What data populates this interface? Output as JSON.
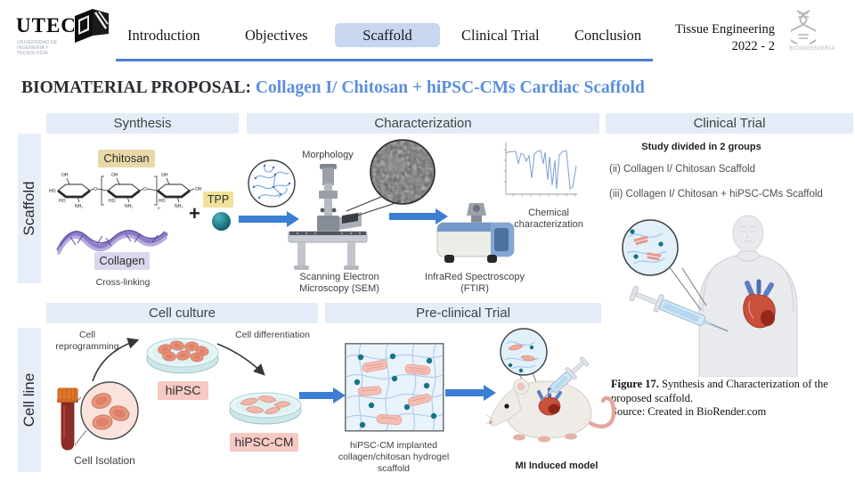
{
  "colors": {
    "accent_blue": "#3c7ed6",
    "nav_highlight": "#c7d7f0",
    "title_blue": "#5b8ede",
    "section_bar_bg": "#e4ecf7",
    "row_bar_bg": "#e8eef9",
    "chitosan_label_bg": "#e9d9a8",
    "tpp_label_bg": "#f0e298",
    "collagen_label_bg": "#dcd7ee",
    "cell_label_bg": "#f6c9c3",
    "tpp_particle": "#177f8e"
  },
  "header": {
    "logo": "UTEC",
    "logo_sub": "UNIVERSIDAD DE INGENIERÍA Y TECNOLOGÍA",
    "nav": [
      {
        "label": "Introduction"
      },
      {
        "label": "Objectives"
      },
      {
        "label": "Scaffold"
      },
      {
        "label": "Clinical Trial"
      },
      {
        "label": "Conclusion"
      }
    ],
    "course_line1": "Tissue Engineering",
    "course_line2": "2022 - 2",
    "program": "BIOINGENIERÍA"
  },
  "title": {
    "prefix": "BIOMATERIAL PROPOSAL: ",
    "highlight": "Collagen I/ Chitosan + hiPSC-CMs Cardiac Scaffold"
  },
  "sections": {
    "synthesis": "Synthesis",
    "characterization": "Characterization",
    "clinical_trial": "Clinical Trial",
    "cell_culture": "Cell culture",
    "preclinical_trial": "Pre-clinical Trial"
  },
  "row_labels": {
    "scaffold": "Scaffold",
    "cell_line": "Cell line"
  },
  "synthesis": {
    "chitosan": "Chitosan",
    "collagen": "Collagen",
    "cross_linking": "Cross-linking",
    "plus": "+",
    "tpp": "TPP",
    "oh": "OH",
    "ho": "HO",
    "nh2": "NH₂",
    "o": "O",
    "n": "n"
  },
  "characterization": {
    "morphology": "Morphology",
    "sem_caption": "Scanning Electron Microscopy (SEM)",
    "ftir_caption": "InfraRed Spectroscopy (FTIR)",
    "chemical_caption": "Chemical characterization"
  },
  "clinical_trial": {
    "study_title": "Study divided in 2 groups",
    "group_ii": "(ii) Collagen I/ Chitosan Scaffold",
    "group_iii": "(iii) Collagen I/ Chitosan + hiPSC-CMs Scaffold"
  },
  "cell_culture": {
    "reprogramming": "Cell reprogramming",
    "differentiation": "Cell differentiation",
    "hipsc": "hiPSC",
    "hipsc_cm": "hiPSC-CM",
    "isolation": "Cell Isolation"
  },
  "preclinical": {
    "hydrogel_caption": "hiPSC-CM implanted collagen/chitosan hydrogel scaffold",
    "mi_model": "MI Induced model"
  },
  "figure": {
    "label": "Figure 17.",
    "caption": " Synthesis and Characterization of the proposed scaffold.",
    "source": "Source: Created in BioRender.com"
  }
}
